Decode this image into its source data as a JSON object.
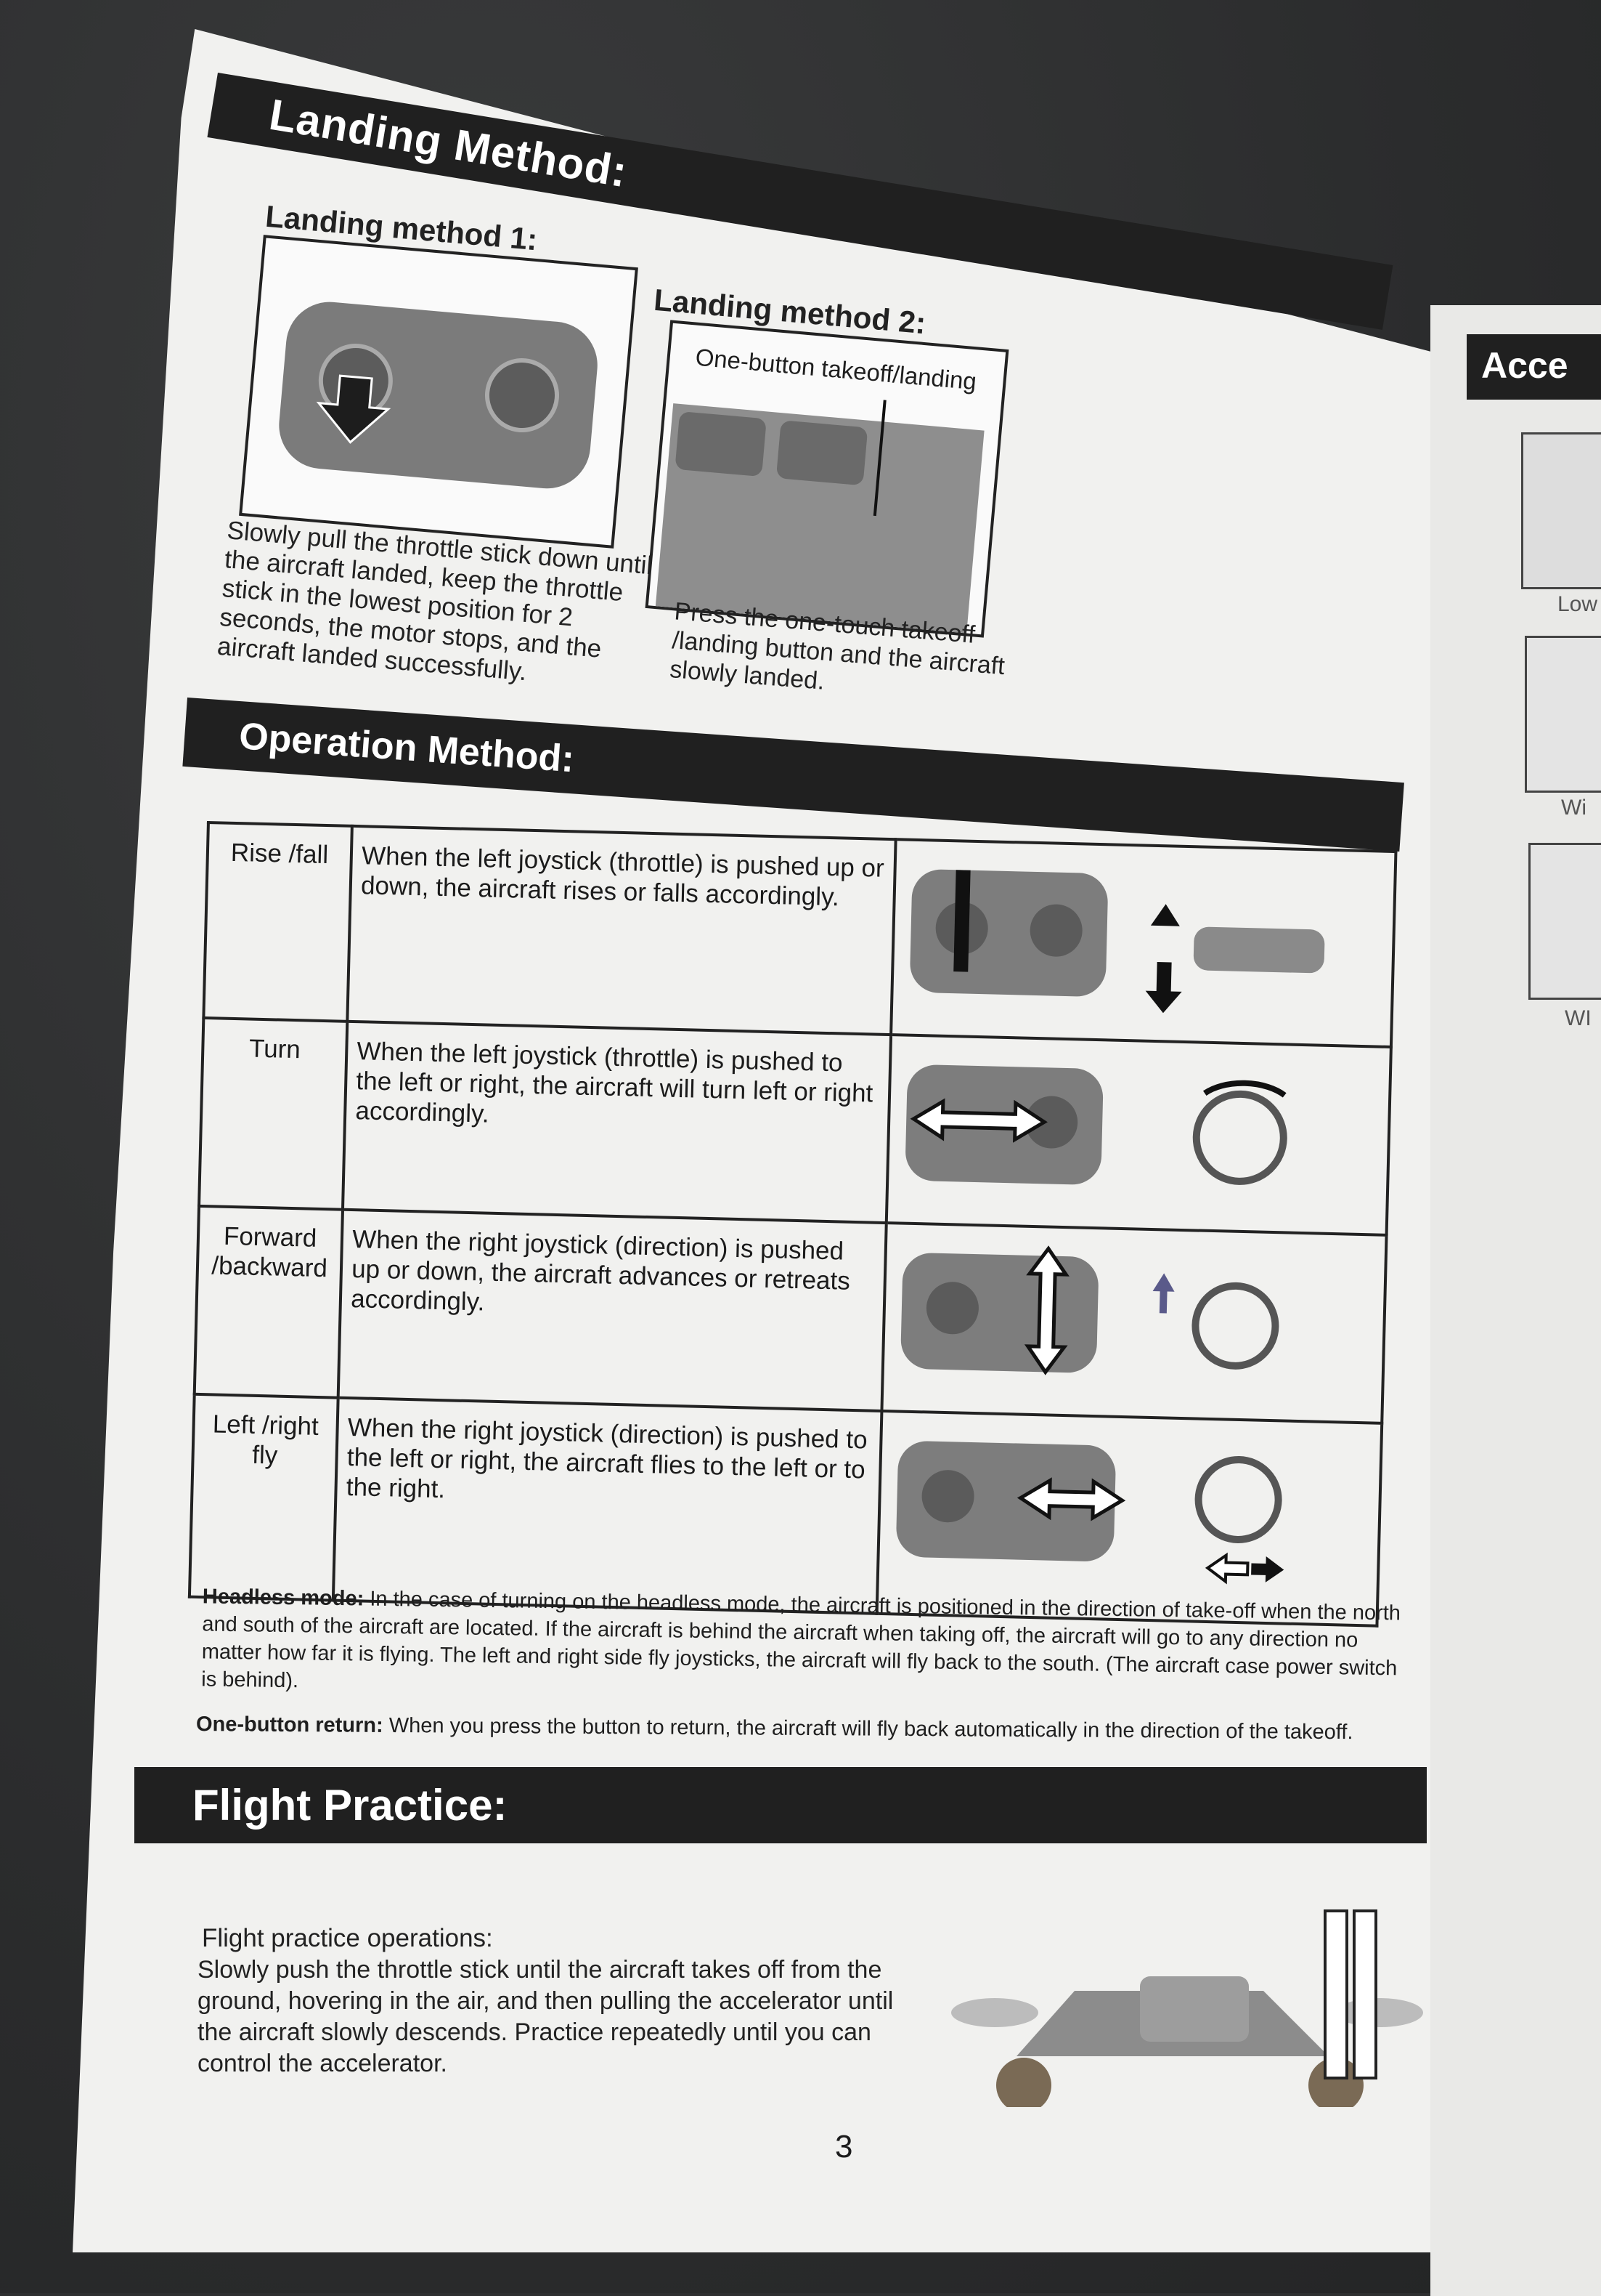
{
  "landing": {
    "section_title": "Landing Method:",
    "method1_title": "Landing method 1:",
    "method1_text": "Slowly pull the throttle stick down until the aircraft landed, keep the throttle stick in the lowest position for 2 seconds, the motor stops, and the aircraft landed successfully.",
    "method2_title": "Landing method 2:",
    "method2_callout": "One-button takeoff/landing",
    "method2_text": "Press the one-touch takeoff /landing button and the aircraft slowly landed."
  },
  "operation": {
    "section_title": "Operation Method:",
    "rows": [
      {
        "label": "Rise /fall",
        "text": "When the left joystick (throttle) is pushed up or down, the aircraft rises or falls accordingly."
      },
      {
        "label": "Turn",
        "text": "When the left joystick (throttle) is pushed to the left or right, the aircraft will turn left or right accordingly."
      },
      {
        "label": "Forward /backward",
        "text": "When the right joystick (direction) is pushed up or down, the aircraft advances or retreats accordingly."
      },
      {
        "label": "Left /right fly",
        "text": "When the right joystick (direction) is pushed to the left or right, the aircraft flies to the left or to the right."
      }
    ],
    "headless_label": "Headless mode:",
    "headless_text": "In the case of turning on the headless mode, the aircraft is positioned in the direction of take-off when the north and south of the aircraft are located. If the aircraft is behind the aircraft when taking off, the aircraft will go to any direction no matter how far it is flying. The left and right side fly joysticks, the aircraft will fly back to the south. (The aircraft case power switch is behind).",
    "return_label": "One-button return:",
    "return_text": "When you press the button to return, the aircraft will fly back automatically in the direction of the takeoff."
  },
  "flight": {
    "section_title": "Flight Practice:",
    "subtitle": "Flight practice operations:",
    "text": "Slowly push the throttle stick until the aircraft takes off from the ground, hovering in the air, and then pulling the accelerator until the aircraft slowly descends. Practice repeatedly until you can control the accelerator."
  },
  "page_number": "3",
  "next_page": {
    "heading": "Acce",
    "label1": "Low",
    "label2": "Wi",
    "label3": "WI"
  }
}
